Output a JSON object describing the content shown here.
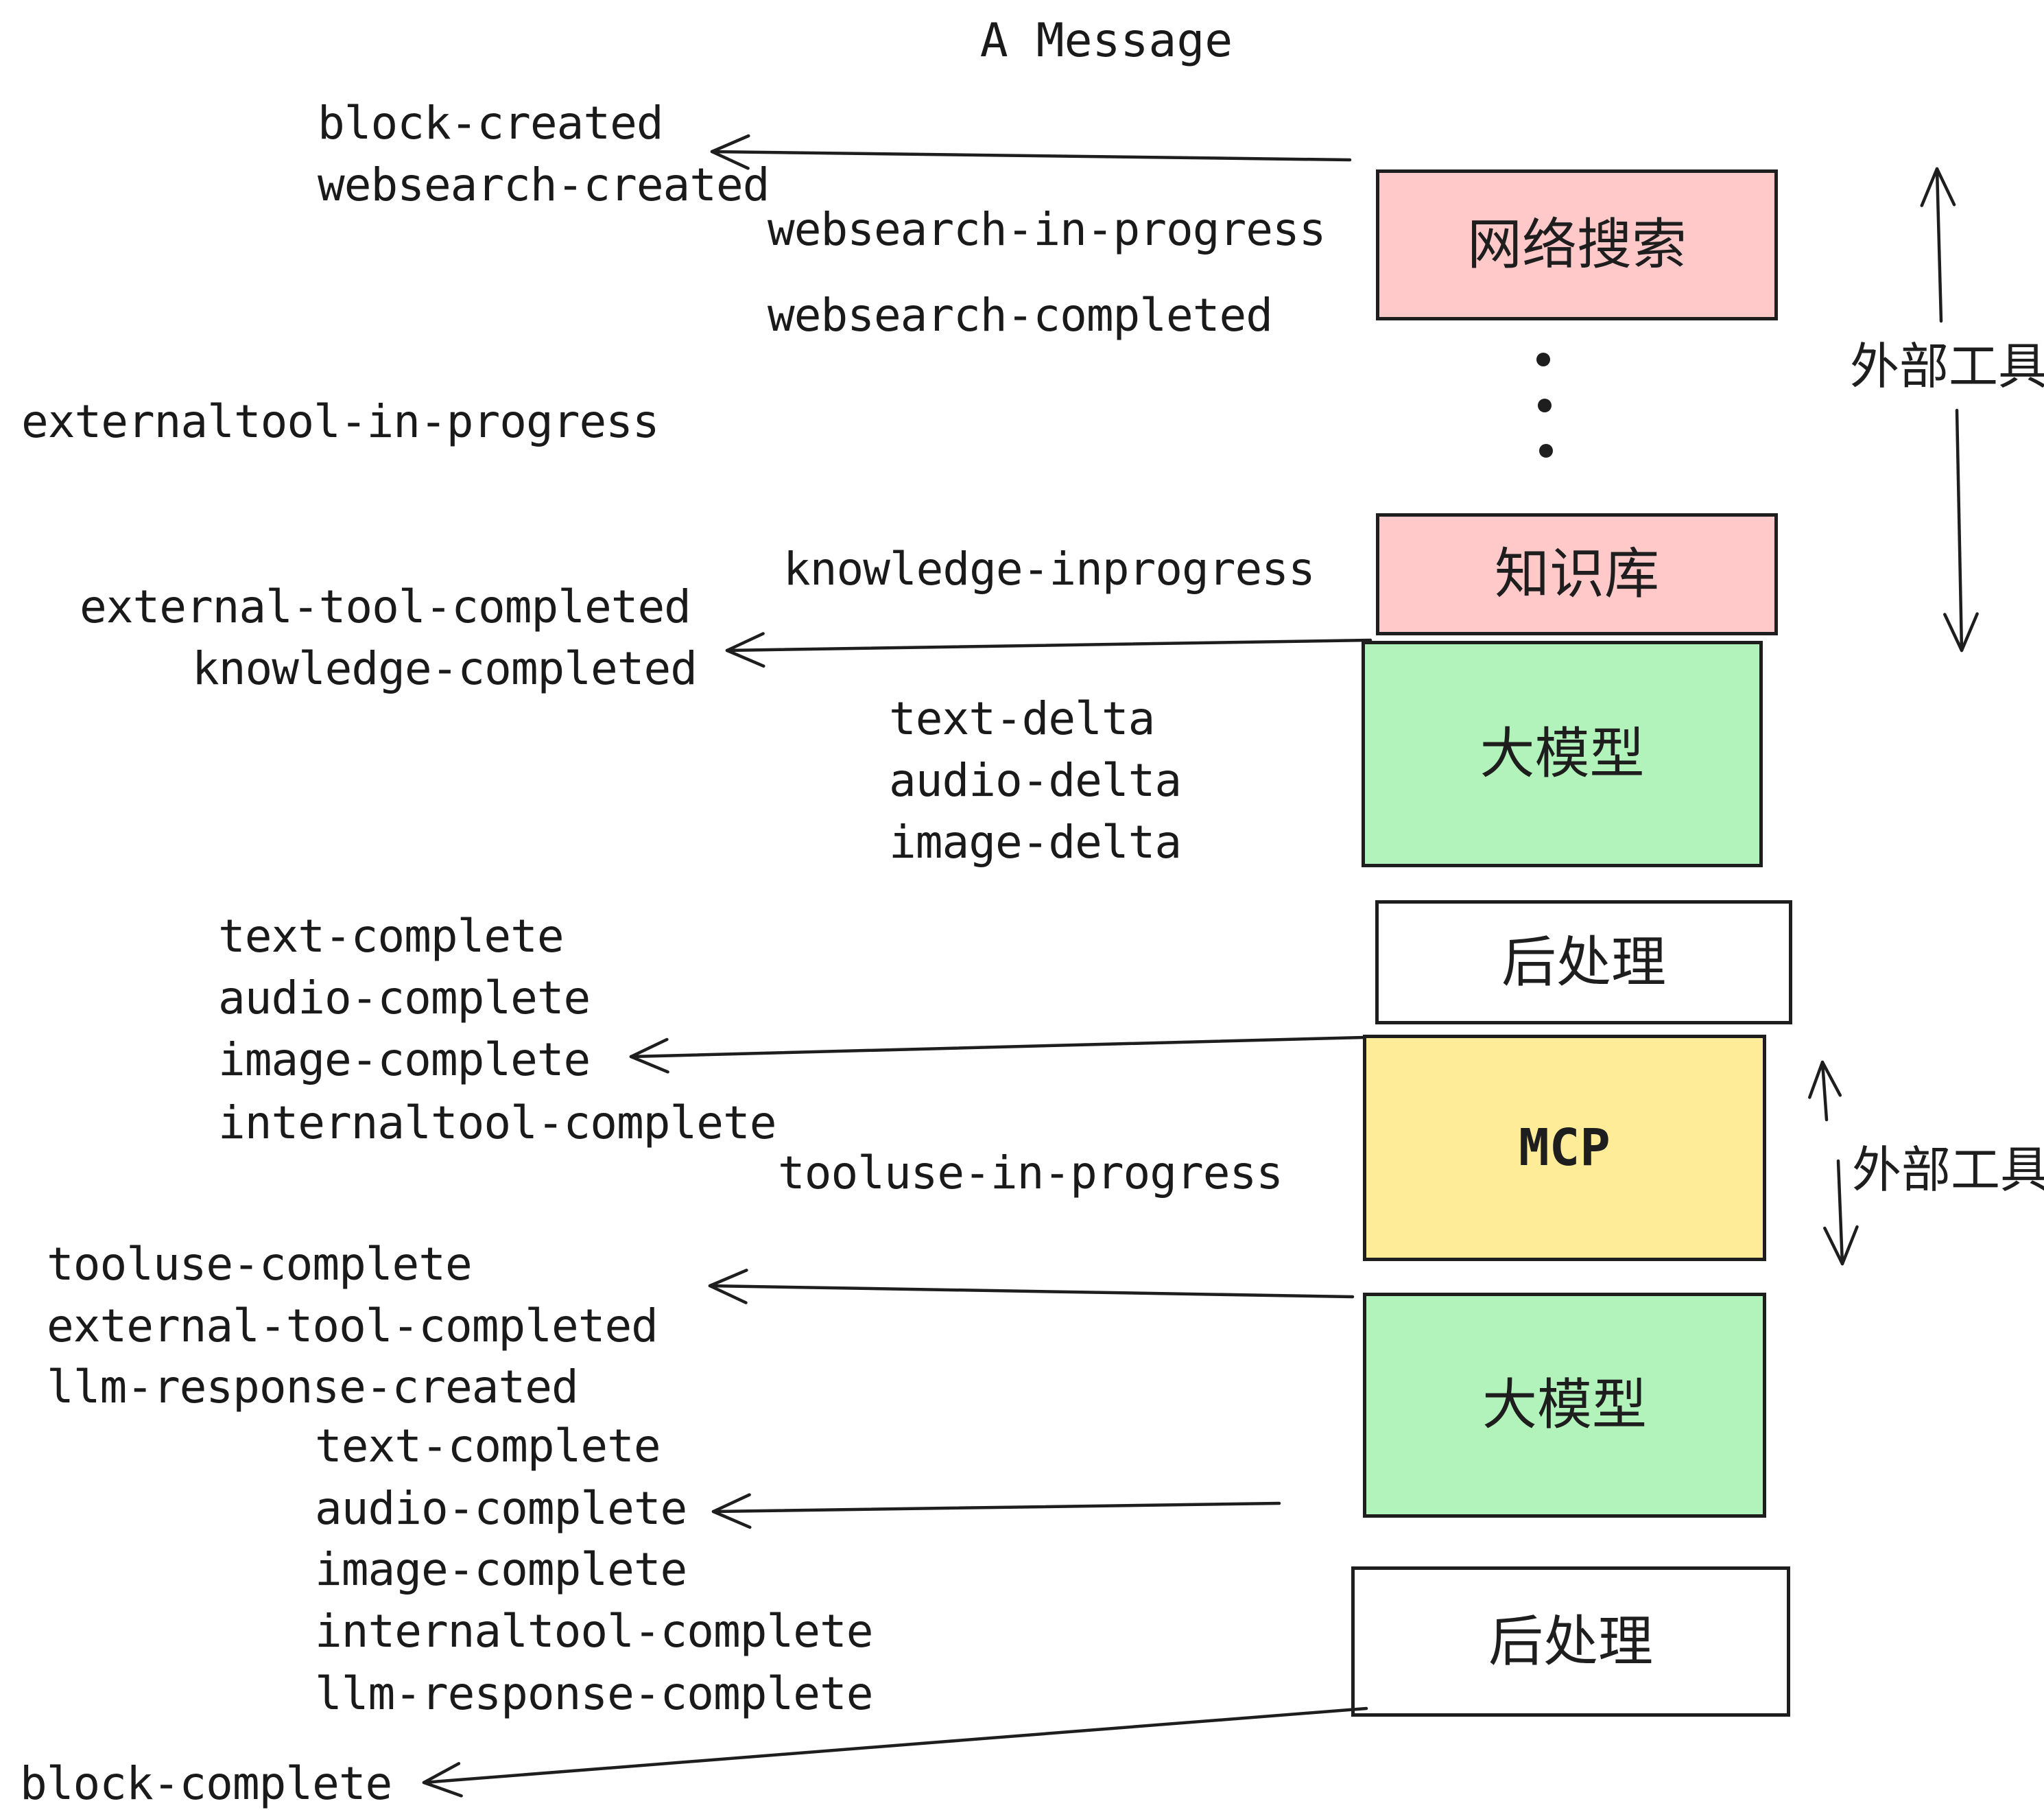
{
  "title": "A Message",
  "colors": {
    "pink": "#ffc9c9",
    "green": "#b2f2bb",
    "yellow": "#ffec99",
    "white": "#ffffff",
    "border": "#1e1e1e",
    "text": "#1a1a1a"
  },
  "events": [
    {
      "text": "block-created"
    },
    {
      "text": "websearch-created"
    },
    {
      "text": "websearch-in-progress"
    },
    {
      "text": "websearch-completed"
    },
    {
      "text": "externaltool-in-progress"
    },
    {
      "text": "knowledge-inprogress"
    },
    {
      "text": "external-tool-completed"
    },
    {
      "text": "knowledge-completed"
    },
    {
      "text": "text-delta"
    },
    {
      "text": "audio-delta"
    },
    {
      "text": "image-delta"
    },
    {
      "text": "text-complete"
    },
    {
      "text": "audio-complete"
    },
    {
      "text": "image-complete"
    },
    {
      "text": "internaltool-complete"
    },
    {
      "text": "tooluse-in-progress"
    },
    {
      "text": "tooluse-complete"
    },
    {
      "text": "external-tool-completed"
    },
    {
      "text": "llm-response-created"
    },
    {
      "text": "text-complete"
    },
    {
      "text": "audio-complete"
    },
    {
      "text": "image-complete"
    },
    {
      "text": "internaltool-complete"
    },
    {
      "text": "llm-response-complete"
    },
    {
      "text": "block-complete"
    }
  ],
  "boxes": [
    {
      "label": "网络搜索",
      "color": "pink"
    },
    {
      "label": "知识库",
      "color": "pink"
    },
    {
      "label": "大模型",
      "color": "green"
    },
    {
      "label": "后处理",
      "color": "white"
    },
    {
      "label": "MCP",
      "color": "yellow"
    },
    {
      "label": "大模型",
      "color": "green"
    },
    {
      "label": "后处理",
      "color": "white"
    }
  ],
  "side_labels": [
    {
      "text": "外部工具"
    },
    {
      "text": "外部工具"
    }
  ]
}
